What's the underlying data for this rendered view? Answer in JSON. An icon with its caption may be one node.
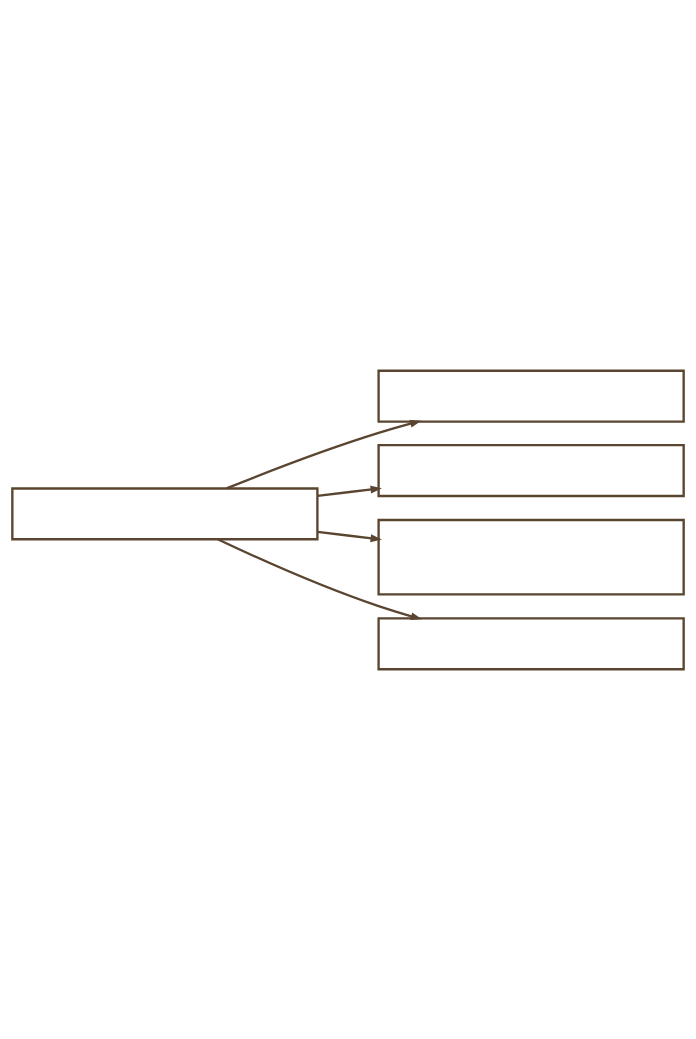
{
  "diagram": {
    "nodes": [
      {
        "text": [],
        "shape": "box"
      },
      {
        "text": [],
        "shape": "box"
      },
      {
        "text": [],
        "shape": "box"
      },
      {
        "text": [],
        "shape": "box"
      },
      {
        "text": [],
        "shape": "box"
      }
    ],
    "edges": [
      {
        "from": 4,
        "to": 0,
        "arrow": "to"
      },
      {
        "from": 4,
        "to": 1,
        "arrow": "to"
      },
      {
        "from": 4,
        "to": 2,
        "arrow": "to"
      },
      {
        "from": 4,
        "to": 3,
        "arrow": "to"
      }
    ]
  }
}
